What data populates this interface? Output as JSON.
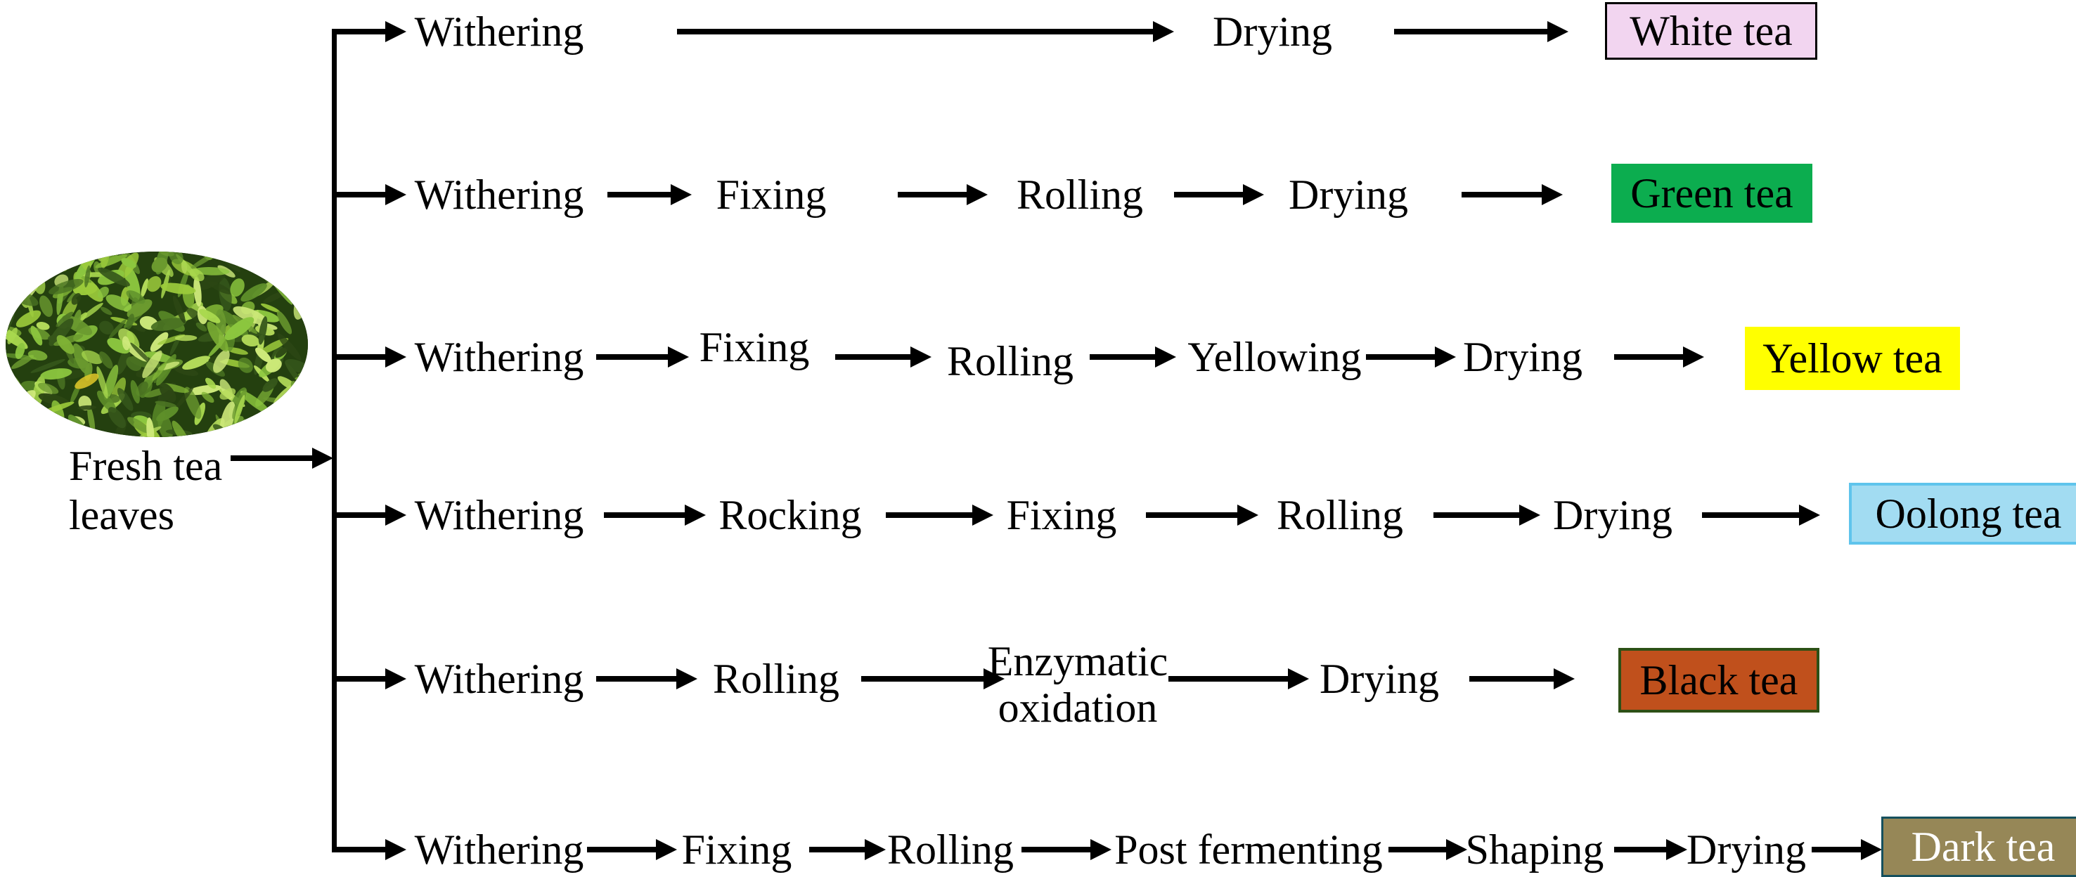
{
  "flow": {
    "source": {
      "label": "Fresh tea leaves",
      "photo": "fresh-tea-leaves-photo"
    },
    "rows": [
      {
        "steps": [
          "Withering",
          "Drying"
        ],
        "product": "White tea",
        "colors": {
          "fill": "#F2D5F0",
          "border": "#000000",
          "text": "#000000"
        }
      },
      {
        "steps": [
          "Withering",
          "Fixing",
          "Rolling",
          "Drying"
        ],
        "product": "Green tea",
        "colors": {
          "fill": "#0CAD4F",
          "border": "",
          "text": "#000000"
        }
      },
      {
        "steps": [
          "Withering",
          "Fixing",
          "Rolling",
          "Yellowing",
          "Drying"
        ],
        "product": "Yellow tea",
        "colors": {
          "fill": "#FFFF00",
          "border": "",
          "text": "#000000"
        }
      },
      {
        "steps": [
          "Withering",
          "Rocking",
          "Fixing",
          "Rolling",
          "Drying"
        ],
        "product": "Oolong tea",
        "colors": {
          "fill": "#A2DCF2",
          "border": "#5FC4EC",
          "text": "#000000"
        }
      },
      {
        "steps": [
          "Withering",
          "Rolling",
          "Enzymatic oxidation",
          "Drying"
        ],
        "product": "Black tea",
        "colors": {
          "fill": "#C0501C",
          "border": "#2D5016",
          "text": "#000000"
        }
      },
      {
        "steps": [
          "Withering",
          "Fixing",
          "Rolling",
          "Post fermenting",
          "Shaping",
          "Drying"
        ],
        "product": "Dark tea",
        "colors": {
          "fill": "#968757",
          "border": "#15505E",
          "text": "#FFFFFF"
        }
      }
    ],
    "line_color": "#000000",
    "leaf_palette": [
      "#8CC63F",
      "#9CCB3B",
      "#B5DC5B",
      "#6B9A2F",
      "#CDE97A",
      "#5E8F2A",
      "#A9D84E",
      "#7FB335",
      "#4A7222",
      "#36571B",
      "#2C4714",
      "#E2C829"
    ]
  }
}
